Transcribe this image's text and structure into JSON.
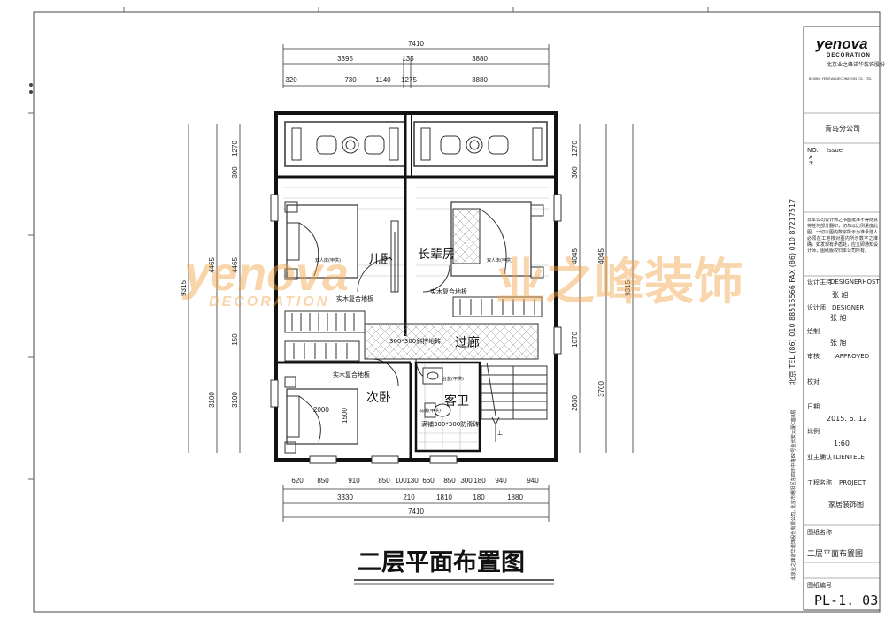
{
  "drawing": {
    "title": "二层平面布置图",
    "watermark": {
      "brand": "yenova",
      "brand_sub": "DECORATION",
      "cn": "业之峰装饰"
    },
    "top_dims": {
      "total": "7410",
      "row2": [
        "3395",
        "135",
        "3880"
      ],
      "row3": [
        "320",
        "730",
        "1140",
        "1275",
        "3880"
      ]
    },
    "bottom_dims": {
      "row1": [
        "620",
        "850",
        "910",
        "850",
        "100",
        "130",
        "660",
        "850",
        "300",
        "180",
        "940",
        "940"
      ],
      "row2": [
        "3330",
        "210",
        "1810",
        "180",
        "1880"
      ],
      "total": "7410"
    },
    "left_dims": {
      "outer": "9315",
      "mid": "4465",
      "inner": [
        "1270",
        "300",
        "4465",
        "150",
        "3100"
      ]
    },
    "right_dims": {
      "outer": "9315",
      "mid": [
        "4045",
        "3700"
      ],
      "inner": [
        "1270",
        "300",
        "4045",
        "1070",
        "2630"
      ]
    },
    "rooms": {
      "kids": "儿卧",
      "elder": "长辈房",
      "second": "次卧",
      "bath": "客卫",
      "hall": "过廊"
    },
    "notes": {
      "floor_wood_a": "实木复合地板",
      "floor_wood_b": "实木复合地板",
      "floor_wood_c": "实木复合地板",
      "tile_hall": "300*300斜拼地砖",
      "tile_bath": "满铺300*300防滑砖",
      "bed_a": "双人床(甲供)",
      "bed_b": "双人床(甲供)",
      "toilet": "马桶(甲供)",
      "basin": "台盆(甲供)",
      "bed_dim_w": "2000",
      "bed_dim_h": "1500",
      "stair_up": "上"
    }
  },
  "title_block": {
    "fax_tel": "北京 TEL (86) 010 88515566 FAX (86) 010 87217517",
    "address": "北京业之峰诺华装饰股份有限公司, 北京市朝阳区东四环中路82号金长安大厦C座8层",
    "logo": "yenova",
    "logo_sub": "DECORATION",
    "company_cn": "北京业之峰诺华装饰股份有限公司",
    "company_en": "BEIJING YENOVA DECORATION CO., LTD.",
    "branch": "青岛分公司",
    "issue_no": "NO.",
    "issue_label": "Issue",
    "issue_mark": "A",
    "issue_note": "无",
    "disclaimer": "非本公司设计师之书面批准不得随意将任何部分翻印，切勿以比例量度此图，一切以图内数字所示为准承建人必须在工地核对图内所示数字之准确，如发现有矛盾处，应立即通知设计师，图纸版权归本公司所有。",
    "fields": [
      {
        "label": "设计主持",
        "label_en": "DESIGNERHOST",
        "value": "张 旭"
      },
      {
        "label": "设计师",
        "label_en": "DESIGNER",
        "value": "张 旭"
      },
      {
        "label": "绘制",
        "label_en": "",
        "value": "张 旭"
      },
      {
        "label": "审核",
        "label_en": "APPROVED",
        "value": ""
      },
      {
        "label": "校对",
        "label_en": "",
        "value": ""
      },
      {
        "label": "日期",
        "label_en": "",
        "value": "2015. 6. 12"
      },
      {
        "label": "比例",
        "label_en": "",
        "value": "1:60"
      },
      {
        "label": "业主确认",
        "label_en": "TLIENTELE",
        "value": ""
      },
      {
        "label": "工程名称",
        "label_en": "PROJECT",
        "value": "家居装饰图"
      }
    ],
    "sheet_name_label": "图纸名称",
    "sheet_name": "二层平面布置图",
    "sheet_no_label": "图纸编号",
    "sheet_no": "PL-1. 03"
  }
}
